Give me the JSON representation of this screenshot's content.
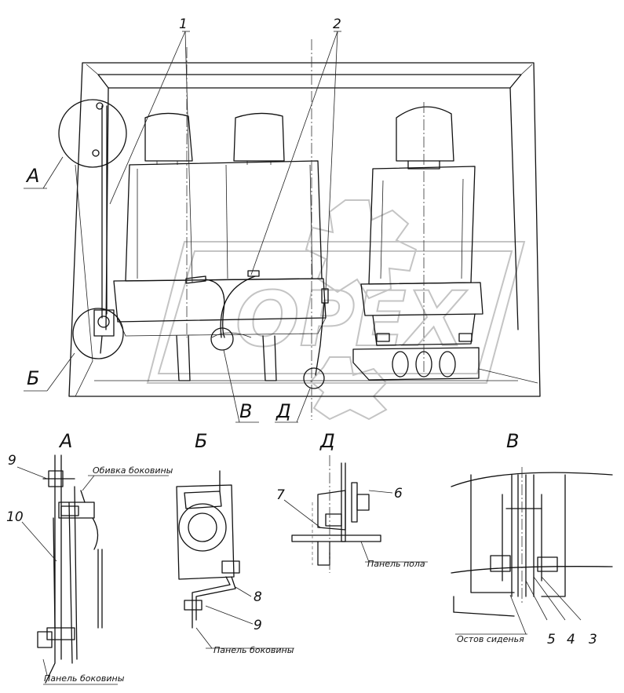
{
  "callouts": {
    "n1": "1",
    "n2": "2",
    "n3": "3",
    "n4": "4",
    "n5": "5",
    "n6": "6",
    "n7": "7",
    "n8": "8",
    "n9a": "9",
    "n9b": "9",
    "n10": "10"
  },
  "view_letters": {
    "A_main": "А",
    "B_main": "Б",
    "V_main": "В",
    "D_main": "Д",
    "A_title": "А",
    "B_title": "Б",
    "D_title": "Д",
    "V_title": "В"
  },
  "captions": {
    "obivka": "Обивка боковины",
    "panel_bok_a": "Панель боковины",
    "panel_bok_b": "Панель боковины",
    "panel_pola": "Панель пола",
    "ostov": "Остов сиденья"
  },
  "watermark": "OPEX"
}
